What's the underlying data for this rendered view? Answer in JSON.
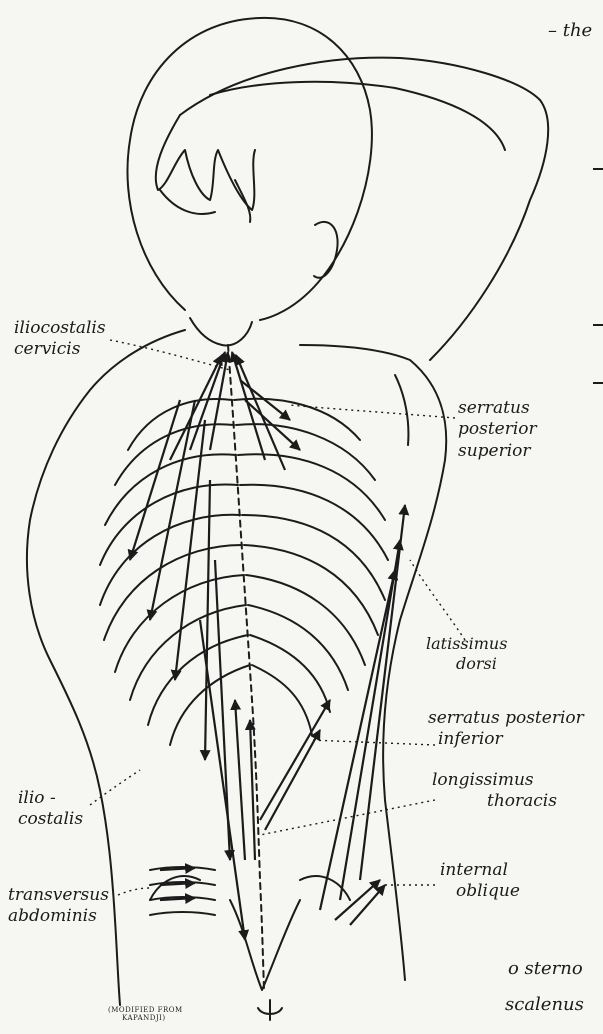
{
  "top_note": "– the",
  "labels": {
    "iliocostalis_cervicis": [
      "iliocostalis",
      "cervicis"
    ],
    "serratus_posterior_superior": [
      "serratus",
      "posterior",
      "superior"
    ],
    "latissimus_dorsi": [
      "latissimus",
      "dorsi"
    ],
    "serratus_posterior_inferior": [
      "serratus posterior",
      "inferior"
    ],
    "longissimus_thoracis": [
      "longissimus",
      "thoracis"
    ],
    "iliocostalis": [
      "ilio -",
      "costalis"
    ],
    "transversus_abdominis": [
      "transversus",
      "abdominis"
    ],
    "internal_oblique": [
      "internal",
      "oblique"
    ]
  },
  "bottom_right": {
    "line1": "o  sterno",
    "line2": "scalenus"
  },
  "credit": [
    "(MODIFIED FROM",
    "KAPANDJI)"
  ]
}
